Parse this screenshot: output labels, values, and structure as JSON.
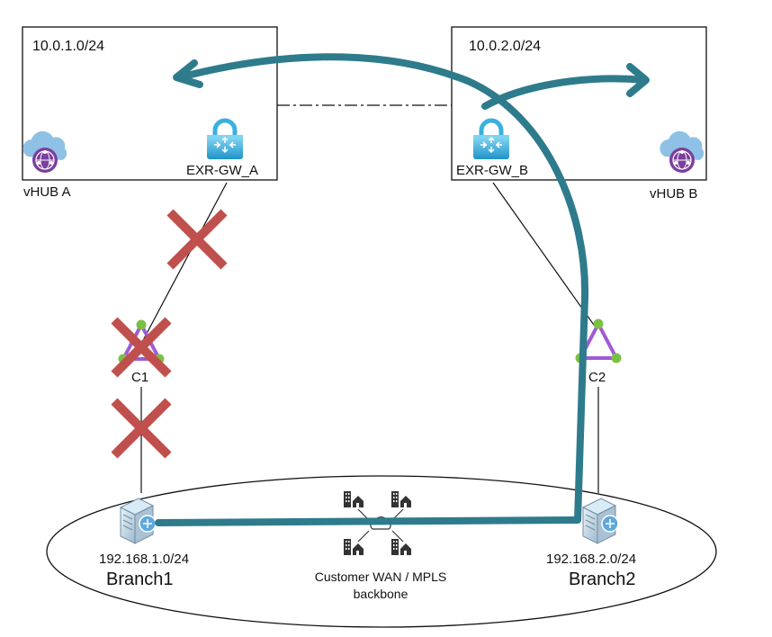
{
  "hub_a": {
    "subnet": "10.0.1.0/24",
    "name": "vHUB A",
    "gateway": "EXR-GW_A"
  },
  "hub_b": {
    "subnet": "10.0.2.0/24",
    "name": "vHUB B",
    "gateway": "EXR-GW_B"
  },
  "circuits": {
    "c1": "C1",
    "c2": "C2"
  },
  "branch1": {
    "subnet": "192.168.1.0/24",
    "name": "Branch1"
  },
  "branch2": {
    "subnet": "192.168.2.0/24",
    "name": "Branch2"
  },
  "wan": {
    "line1": "Customer WAN / MPLS",
    "line2": "backbone"
  },
  "colors": {
    "path": "#2e7b8c",
    "cross": "#c0504d",
    "circuit_edge": "#a05ad6",
    "circuit_node": "#7ac143",
    "lock": "#35a8d8",
    "hub_cloud": "#8fc1e6",
    "hub_globe": "#7b3f9e"
  },
  "icons": {
    "hub": "virtual-hub-icon",
    "gateway": "expressroute-gateway-lock-icon",
    "circuit": "expressroute-circuit-triangle-icon",
    "server": "branch-server-icon",
    "building": "office-building-icon",
    "cross": "blocked-x-icon"
  }
}
